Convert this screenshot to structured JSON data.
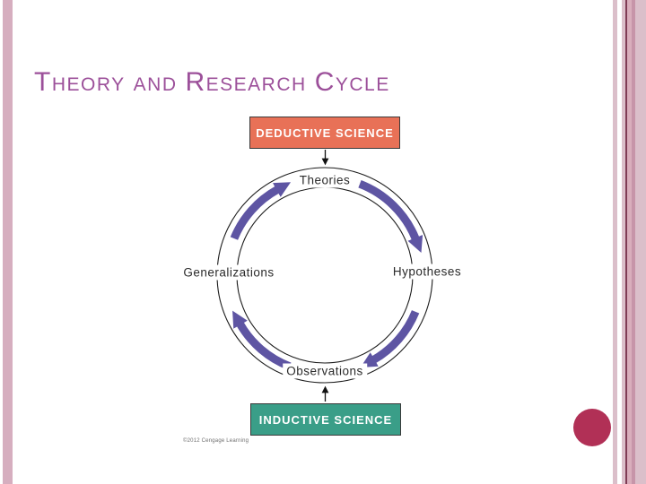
{
  "slide": {
    "title": {
      "full_text": "Theory and Research Cycle",
      "parts": [
        {
          "lead": "T",
          "tail": "HEORY"
        },
        {
          "lead": "",
          "tail": "AND"
        },
        {
          "lead": "R",
          "tail": "ESEARCH"
        },
        {
          "lead": "C",
          "tail": "YCLE"
        }
      ]
    }
  },
  "diagram": {
    "deductive_label": "DEDUCTIVE SCIENCE",
    "inductive_label": "INDUCTIVE SCIENCE",
    "nodes": {
      "top": "Theories",
      "right": "Hypotheses",
      "bottom": "Observations",
      "left": "Generalizations"
    },
    "flow_order": [
      "Theories",
      "Hypotheses",
      "Observations",
      "Generalizations"
    ],
    "copyright": "©2012 Cengage Learning"
  },
  "colors": {
    "accent-title": "#9c509a",
    "deductive-fill": "#e87157",
    "inductive-fill": "#3a9e88",
    "box-border": "#3a3a3a",
    "cycle-arrow": "#5e55a3",
    "ring-stroke": "#1c1c1c",
    "node-text": "#2b2b2b",
    "stripe-left": "#d6aebf",
    "stripe-light": "#dbbfca",
    "stripe-medium": "#d9aebc",
    "stripe-dusty": "#c795a9",
    "stripe-dark": "#7f3c55",
    "corner-dot": "#b13056",
    "copyright-text": "#6f6f6f"
  }
}
